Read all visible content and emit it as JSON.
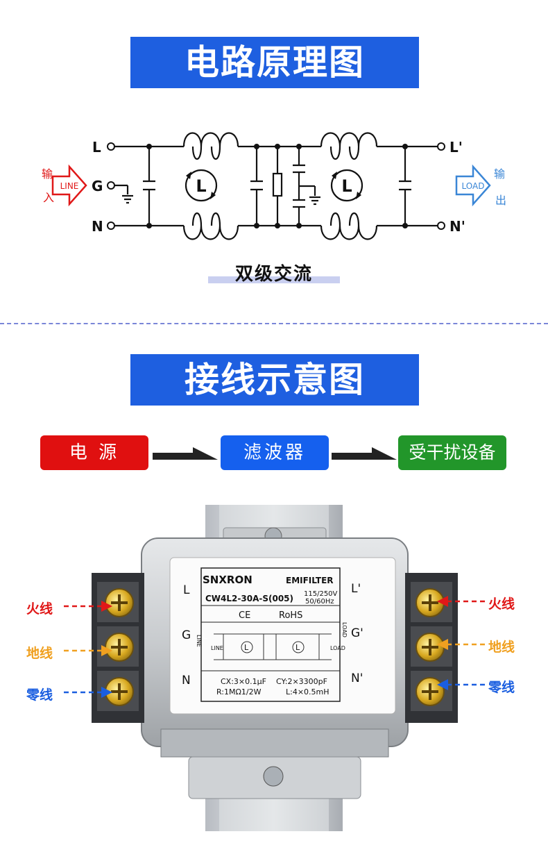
{
  "section1": {
    "title": "电路原理图",
    "subtitle": "双级交流",
    "input_top": "输",
    "input_bottom": "入",
    "input_arrow": "LINE",
    "output_top": "输",
    "output_bottom": "出",
    "output_arrow": "LOAD",
    "terminals_left": [
      "L",
      "G",
      "N"
    ],
    "terminals_right": [
      "L'",
      "N'"
    ],
    "inductor_symbol": "L"
  },
  "section2": {
    "title": "接线示意图",
    "flow": [
      "电 源",
      "滤波器",
      "受干扰设备"
    ],
    "flow_colors": [
      "#e01010",
      "#1560ee",
      "#22962a"
    ],
    "wires_left": [
      "火线",
      "地线",
      "零线"
    ],
    "wires_right": [
      "火线",
      "地线",
      "零线"
    ],
    "wire_colors": [
      "#e01818",
      "#f0a020",
      "#1a5ee0"
    ]
  },
  "label": {
    "brand": "SNXRON",
    "product_type": "EMIFILTER",
    "model": "CW4L2-30A-S(005)",
    "rating_v": "115/250V",
    "rating_hz": "50/60Hz",
    "ce": "CE",
    "rohs": "RoHS",
    "line_text": "LINE",
    "load_text": "LOAD",
    "cx": "CX:3×0.1μF",
    "cy": "CY:2×3300pF",
    "r": "R:1MΩ1/2W",
    "l": "L:4×0.5mH",
    "terminals_left": [
      "L",
      "G",
      "N"
    ],
    "terminals_right": [
      "L'",
      "G'",
      "N'"
    ]
  }
}
